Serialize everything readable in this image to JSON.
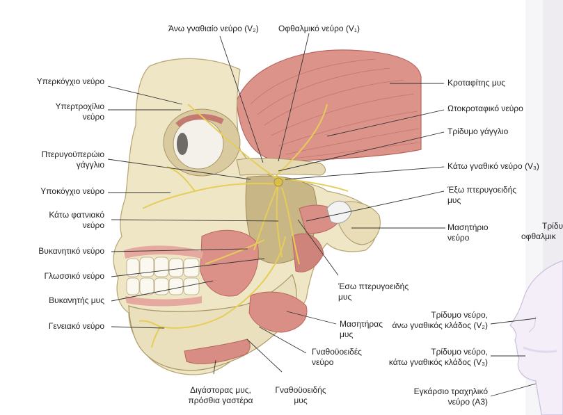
{
  "labels": {
    "upper_jaw_nerve": "Άνω γναθιαίο νεύρο (V₂)",
    "ophthalmic_nerve": "Οφθαλμικό νεύρο (V₁)",
    "supraorbital_nerve": "Υπερκόγχιο νεύρο",
    "supratrochlear_nerve_1": "Υπερτροχίλιο",
    "supratrochlear_nerve_2": "νεύρο",
    "pterygopalatine_ganglion_1": "Πτερυγοϋπερώιο",
    "pterygopalatine_ganglion_2": "γάγγλιο",
    "infraorbital_nerve": "Υποκόγχιο νεύρο",
    "inferior_alveolar_nerve_1": "Κάτω φατνιακό",
    "inferior_alveolar_nerve_2": "νεύρο",
    "buccal_nerve": "Βυκανητικό νεύρο",
    "lingual_nerve": "Γλωσσικό νεύρο",
    "buccinator_muscle": "Βυκανητής μυς",
    "mental_nerve": "Γενειακό νεύρο",
    "digastric_1": "Διγάστορας μυς,",
    "digastric_2": "πρόσθια γαστέρα",
    "mylohyoid_muscle_1": "Γναθοϋοειδής",
    "mylohyoid_muscle_2": "μυς",
    "mylohyoid_nerve_1": "Γναθοϋοειδές",
    "mylohyoid_nerve_2": "νεύρο",
    "masseter_muscle_1": "Μασητήρας",
    "masseter_muscle_2": "μυς",
    "medial_pterygoid_1": "Έσω πτερυγοειδής",
    "medial_pterygoid_2": "μυς",
    "masseteric_nerve_1": "Μασητήριο",
    "masseteric_nerve_2": "νεύρο",
    "lateral_pterygoid_1": "Έξω πτερυγοειδής",
    "lateral_pterygoid_2": "μυς",
    "mandibular_nerve": "Κάτω γναθικό νεύρο (V₃)",
    "trigeminal_ganglion": "Τρίδυμο γάγγλιο",
    "auriculotemporal_nerve": "Ωτοκροταφικό νεύρο",
    "temporalis_muscle": "Κροταφίτης μυς",
    "right_trigeminal_1": "Τρίδυ",
    "right_trigeminal_2": "οφθαλμικ",
    "trig_v2_1": "Τρίδυμο νεύρο,",
    "trig_v2_2": "άνω γναθικός κλάδος (V₂)",
    "trig_v3_1": "Τρίδυμο νεύρο,",
    "trig_v3_2": "κάτω γναθικός κλάδος (V₃)",
    "transverse_cervical_1": "Εγκάρσιο τραχηλικό",
    "transverse_cervical_2": "νεύρο (Α3)"
  },
  "colors": {
    "bone": "#efe6c6",
    "bone_shadow": "#d9caa0",
    "muscle": "#d98f86",
    "muscle_dark": "#b8665e",
    "nerve": "#e8d36a",
    "leader": "#333333",
    "skin_panel": "#f1eef8",
    "face_outline": "#c9bedb"
  }
}
